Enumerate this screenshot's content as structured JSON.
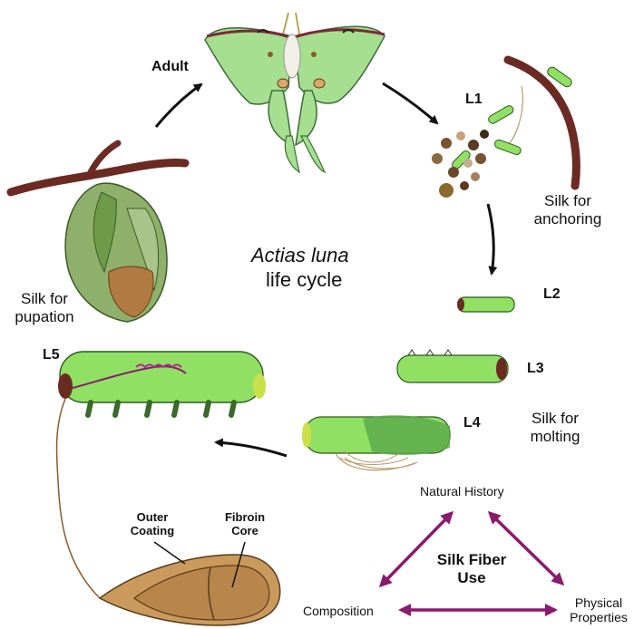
{
  "title": {
    "species": "Actias luna",
    "subtitle": "life cycle"
  },
  "stages": {
    "adult": "Adult",
    "l1": "L1",
    "l2": "L2",
    "l3": "L3",
    "l4": "L4",
    "l5": "L5"
  },
  "silk_notes": {
    "anchoring_line1": "Silk for",
    "anchoring_line2": "anchoring",
    "pupation_line1": "Silk for",
    "pupation_line2": "pupation",
    "molting_line1": "Silk for",
    "molting_line2": "molting"
  },
  "fiber_parts": {
    "outer_line1": "Outer",
    "outer_line2": "Coating",
    "core_line1": "Fibroin",
    "core_line2": "Core"
  },
  "silk_use": {
    "center_line1": "Silk Fiber",
    "center_line2": "Use",
    "top": "Natural History",
    "left": "Composition",
    "right_line1": "Physical",
    "right_line2": "Properties"
  },
  "colors": {
    "moth_green": "#a6df8f",
    "larva_green": "#8fe063",
    "branch": "#6b2a22",
    "silk_arrow": "#8a1a6e",
    "cocoon_tan": "#c99a5c"
  }
}
